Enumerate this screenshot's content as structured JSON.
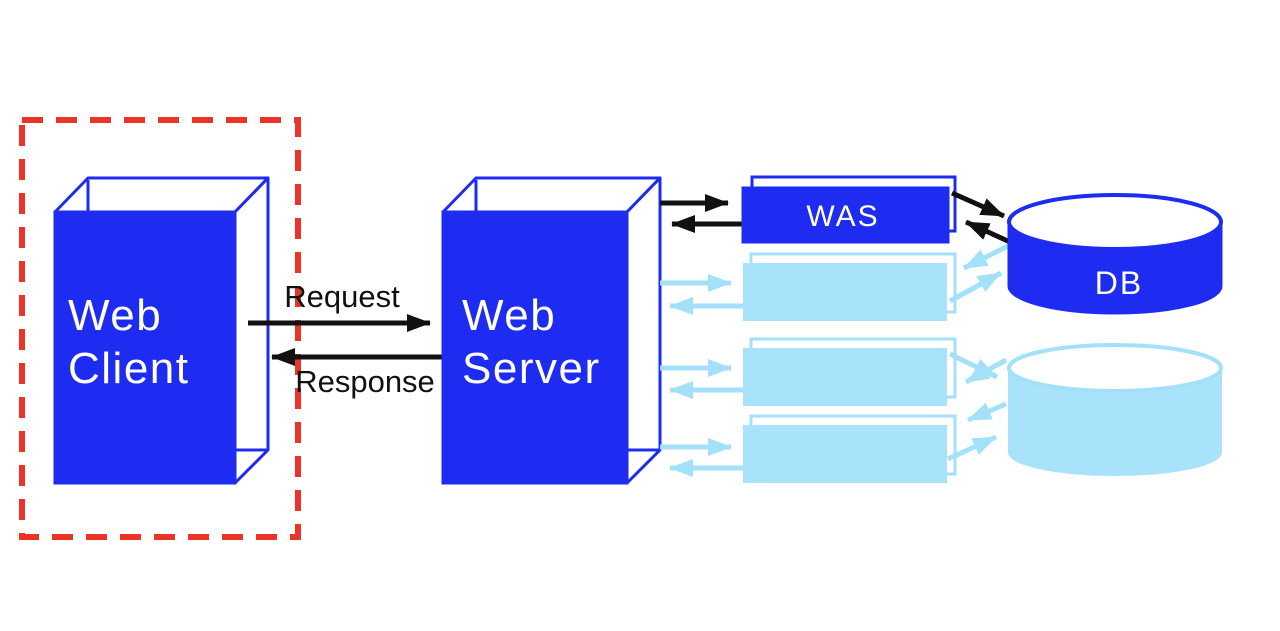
{
  "diagram_type": "web-architecture-diagram",
  "colors": {
    "primary_blue": "#1e2bf0",
    "light_blue_fill": "#a9e3fb",
    "light_blue_stroke": "#a3e0fa",
    "highlight_red": "#ea3428",
    "arrow_black": "#111111",
    "label_white": "#ffffff",
    "background": "#ffffff"
  },
  "nodes": {
    "web_client": {
      "lines": [
        "Web",
        "Client"
      ],
      "highlighted": true
    },
    "web_server": {
      "lines": [
        "Web",
        "Server"
      ]
    },
    "was": {
      "label": "WAS",
      "replica_count": 3
    },
    "db": {
      "label": "DB",
      "replica_count": 1
    }
  },
  "edges": {
    "request": {
      "label": "Request",
      "from": "web_client",
      "to": "web_server"
    },
    "response": {
      "label": "Response",
      "from": "web_server",
      "to": "web_client"
    },
    "server_was": {
      "from": "web_server",
      "to": "was",
      "bidirectional": true
    },
    "was_db": {
      "from": "was",
      "to": "db",
      "bidirectional": true
    }
  }
}
